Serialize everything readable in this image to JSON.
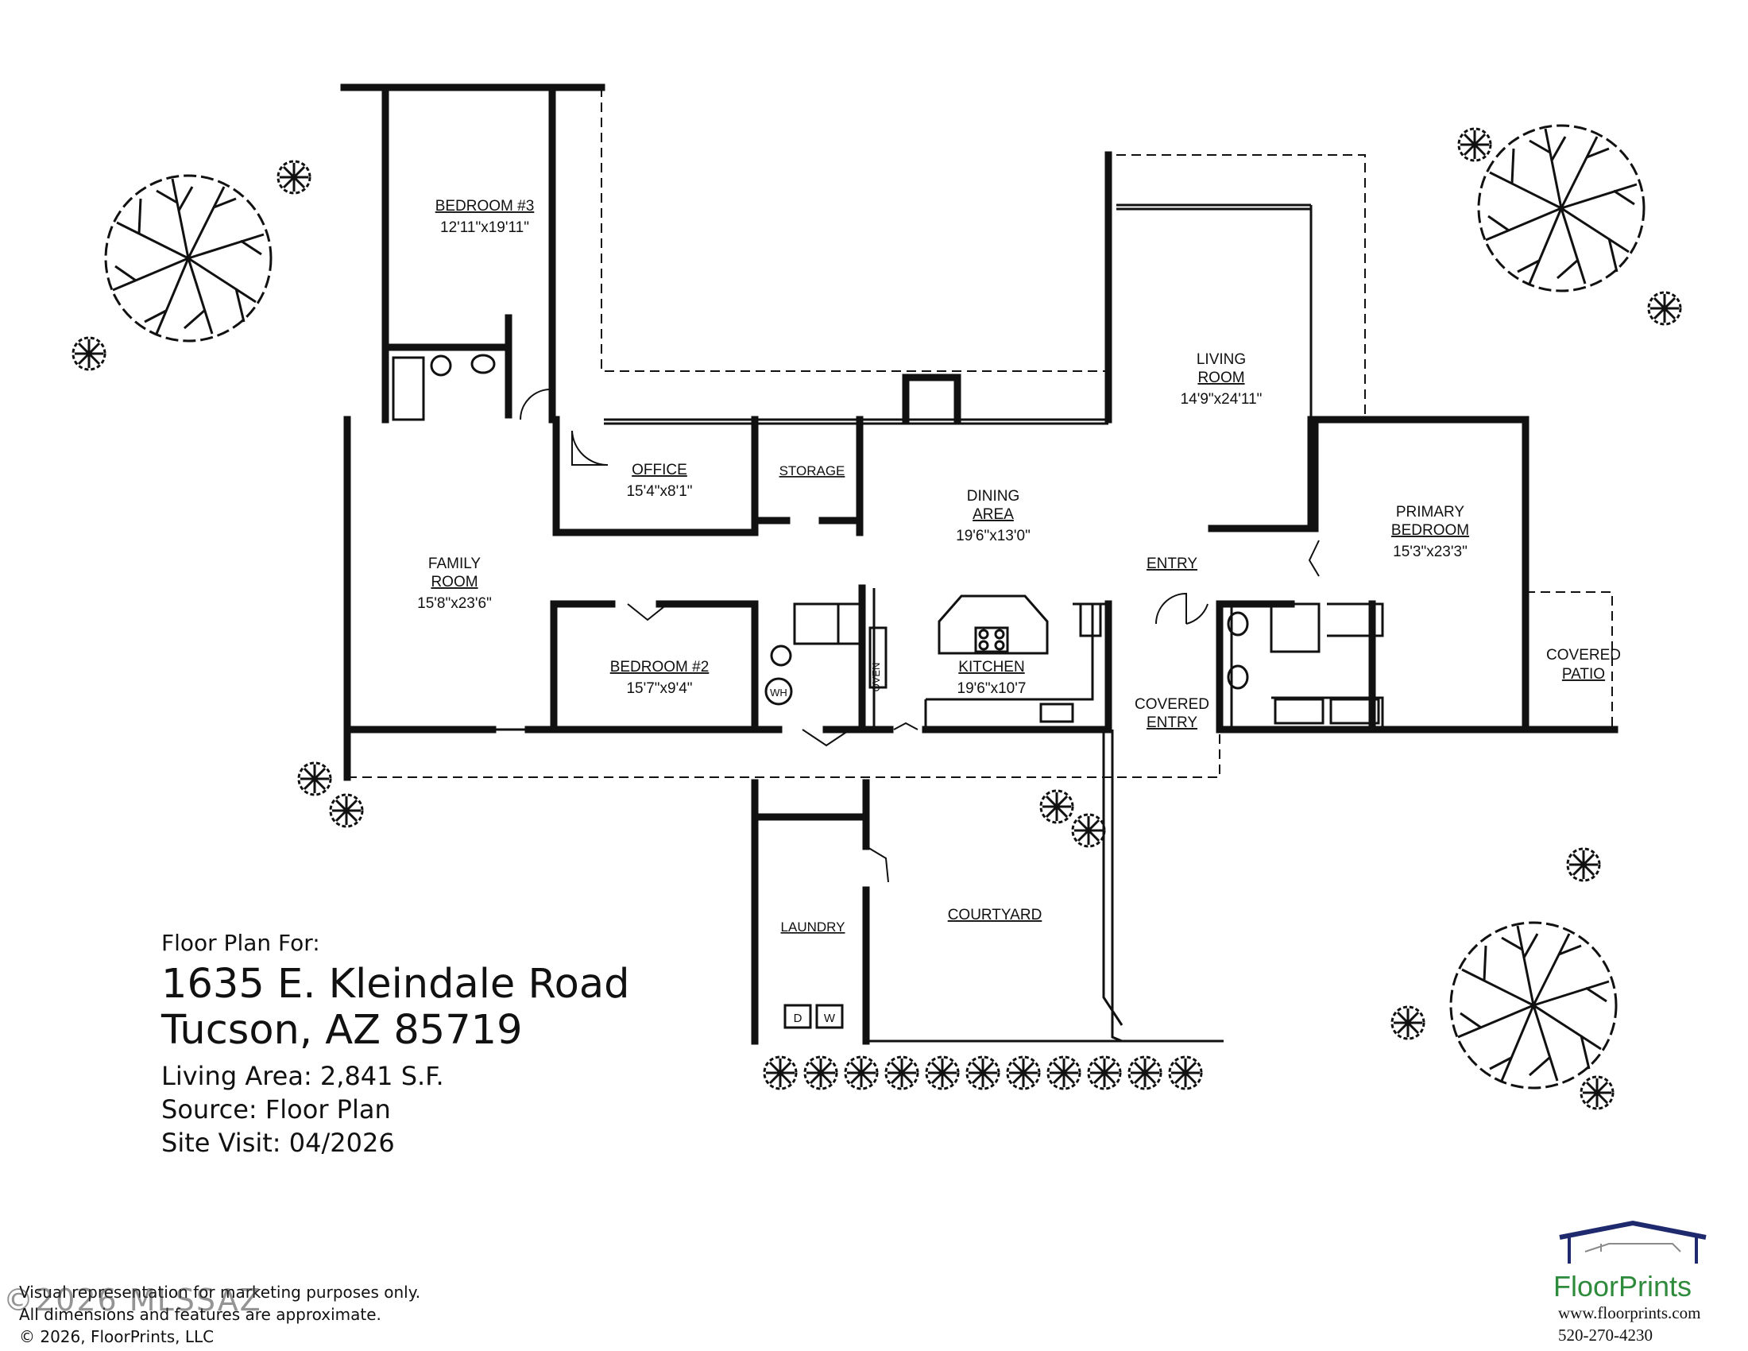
{
  "plan": {
    "rooms": [
      {
        "name": "BEDROOM #3",
        "dims": "12'11\"x19'11\""
      },
      {
        "name": "OFFICE",
        "dims": "15'4\"x8'1\""
      },
      {
        "name": "STORAGE"
      },
      {
        "name": "DINING",
        "name2": "AREA",
        "dims": "19'6\"x13'0\""
      },
      {
        "name": "LIVING",
        "name2": "ROOM",
        "dims": "14'9\"x24'11\""
      },
      {
        "name": "FAMILY",
        "name2": "ROOM",
        "dims": "15'8\"x23'6\""
      },
      {
        "name": "BEDROOM #2",
        "dims": "15'7\"x9'4\""
      },
      {
        "name": "KITCHEN",
        "dims": "19'6\"x10'7"
      },
      {
        "name": "ENTRY"
      },
      {
        "name": "PRIMARY",
        "name2": "BEDROOM",
        "dims": "15'3\"x23'3\""
      },
      {
        "name": "COVERED",
        "name2": "PATIO"
      },
      {
        "name": "COVERED",
        "name2": "ENTRY"
      },
      {
        "name": "COURTYARD"
      },
      {
        "name": "LAUNDRY"
      }
    ],
    "fixture_labels": {
      "oven": "OVEN",
      "water_heater": "WH",
      "dryer": "D",
      "washer": "W"
    }
  },
  "info": {
    "label": "Floor Plan For:",
    "address": "1635 E. Kleindale Road",
    "city": "Tucson, AZ  85719",
    "living_area": "Living Area:  2,841 S.F.",
    "source": "Source:  Floor Plan",
    "site_visit": "Site Visit:  04/2026"
  },
  "disclaimer": {
    "line1": "Visual representation for marketing purposes only.",
    "line2": "All dimensions and features are approximate.",
    "line3": "© 2026, FloorPrints, LLC"
  },
  "watermark": "©2026 MLSSAZ",
  "brand": {
    "name": "FloorPrints",
    "website": "www.floorprints.com",
    "phone": "520-270-4230",
    "color": "#2e8b3c",
    "roof_color": "#1f2a6e"
  }
}
